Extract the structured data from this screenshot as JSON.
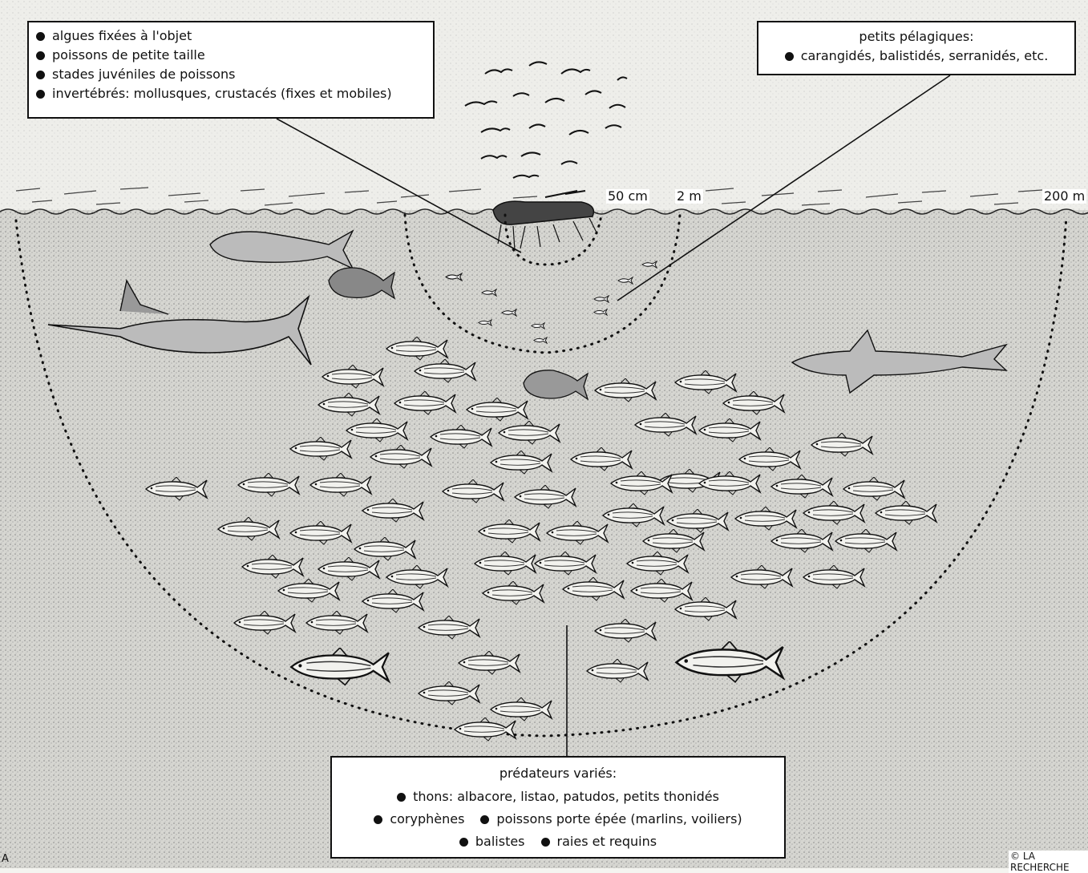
{
  "top_left_box": {
    "items": [
      "algues fixées à l'objet",
      "poissons de petite taille",
      "stades juvéniles de poissons",
      "invertébrés: mollusques, crustacés (fixes et mobiles)"
    ]
  },
  "top_right_box": {
    "heading": "petits pélagiques:",
    "item": "carangidés, balistidés, serranidés, etc."
  },
  "depth_labels": {
    "d1": "50 cm",
    "d2": "2 m",
    "d3": "200 m"
  },
  "bottom_box": {
    "heading": "prédateurs variés:",
    "line1": "thons: albacore, listao, patudos, petits thonidés",
    "line2a": "coryphènes",
    "line2b": "poissons porte épée (marlins, voiliers)",
    "line3a": "balistes",
    "line3b": "raies et requins"
  },
  "corner_letter": "A",
  "credit": "© LA RECHERCHE",
  "colors": {
    "water": "#d9d9d4",
    "ink": "#111111",
    "paper": "#ffffff"
  }
}
